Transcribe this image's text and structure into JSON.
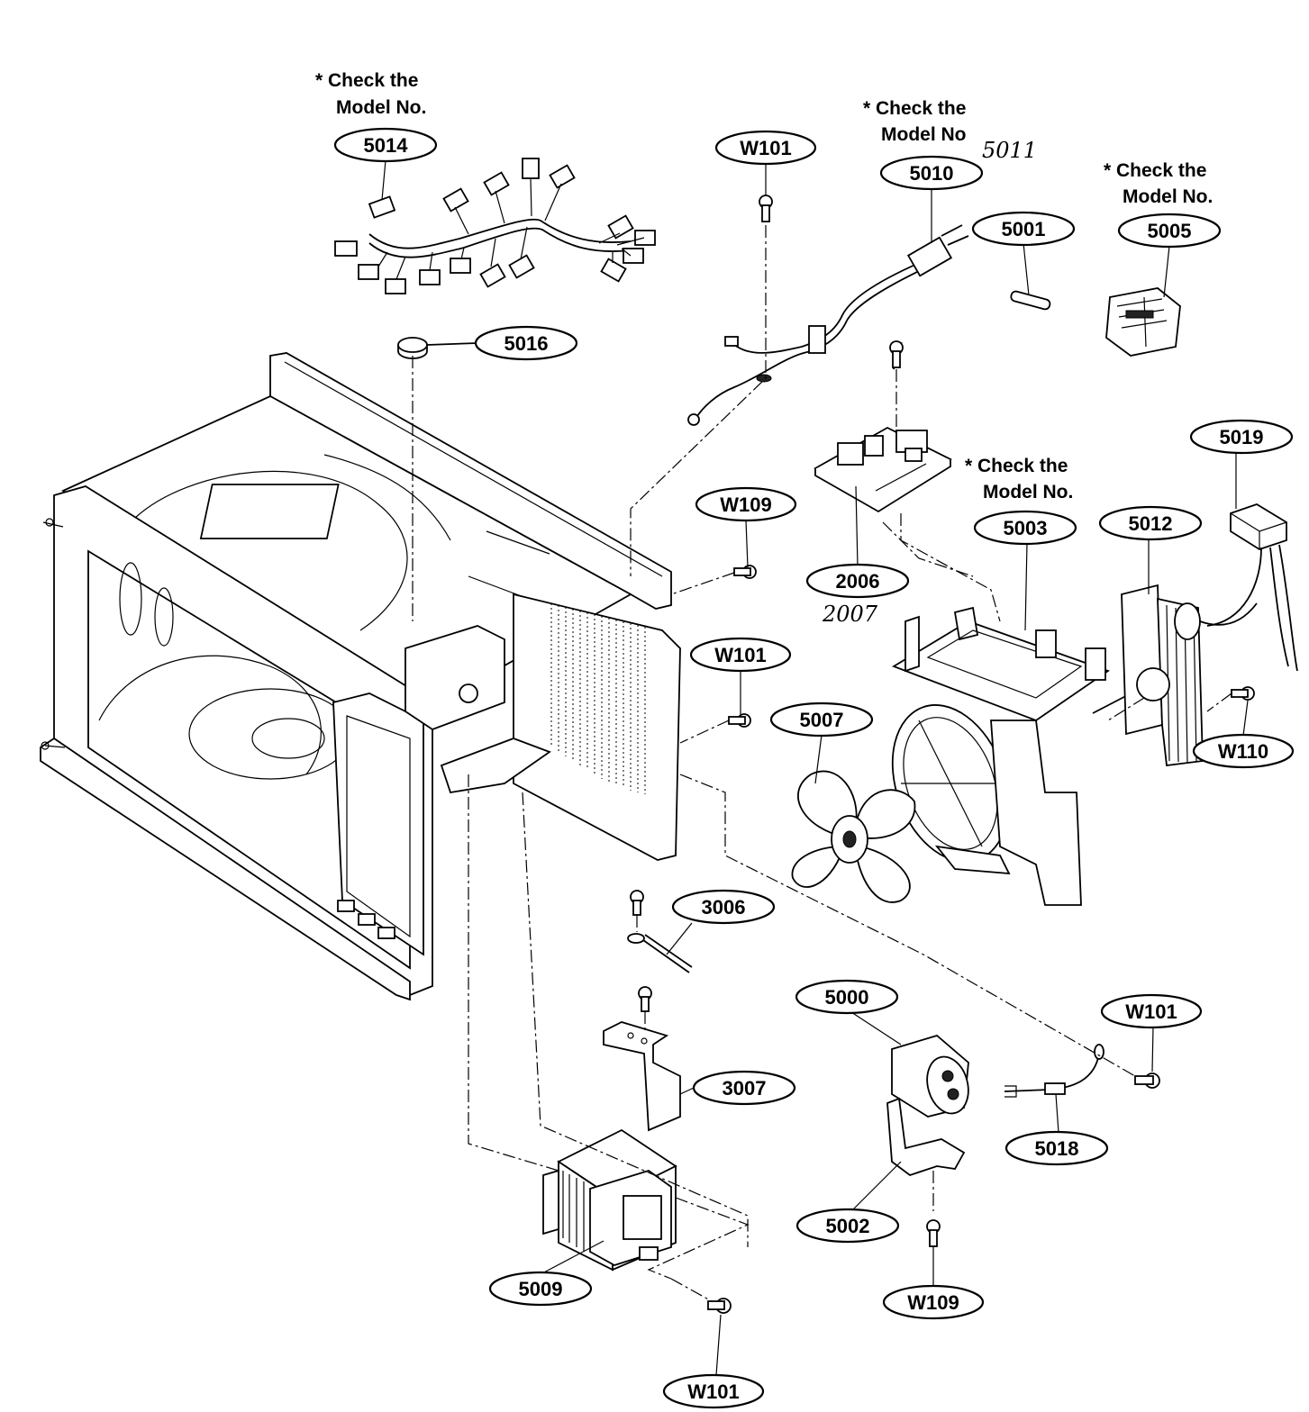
{
  "notes": {
    "check_model": [
      "* Check the",
      "Model No."
    ],
    "check_model_5010": [
      "* Check the",
      "Model No"
    ]
  },
  "handwritten": {
    "near_5010": "5011",
    "near_2006": "2007"
  },
  "callouts": {
    "c5014": "5014",
    "c5016": "5016",
    "c5010": "5010",
    "c5001": "5001",
    "c5005": "5005",
    "c5019": "5019",
    "c5003": "5003",
    "c5012": "5012",
    "c2006": "2006",
    "c5007": "5007",
    "c3006": "3006",
    "c3007": "3007",
    "c5000": "5000",
    "c5018": "5018",
    "c5002": "5002",
    "c5009": "5009",
    "w101_top": "W101",
    "w109_mid": "W109",
    "w101_mid": "W101",
    "w110": "W110",
    "w101_right": "W101",
    "w109_bottom": "W109",
    "w101_bottom": "W101"
  }
}
